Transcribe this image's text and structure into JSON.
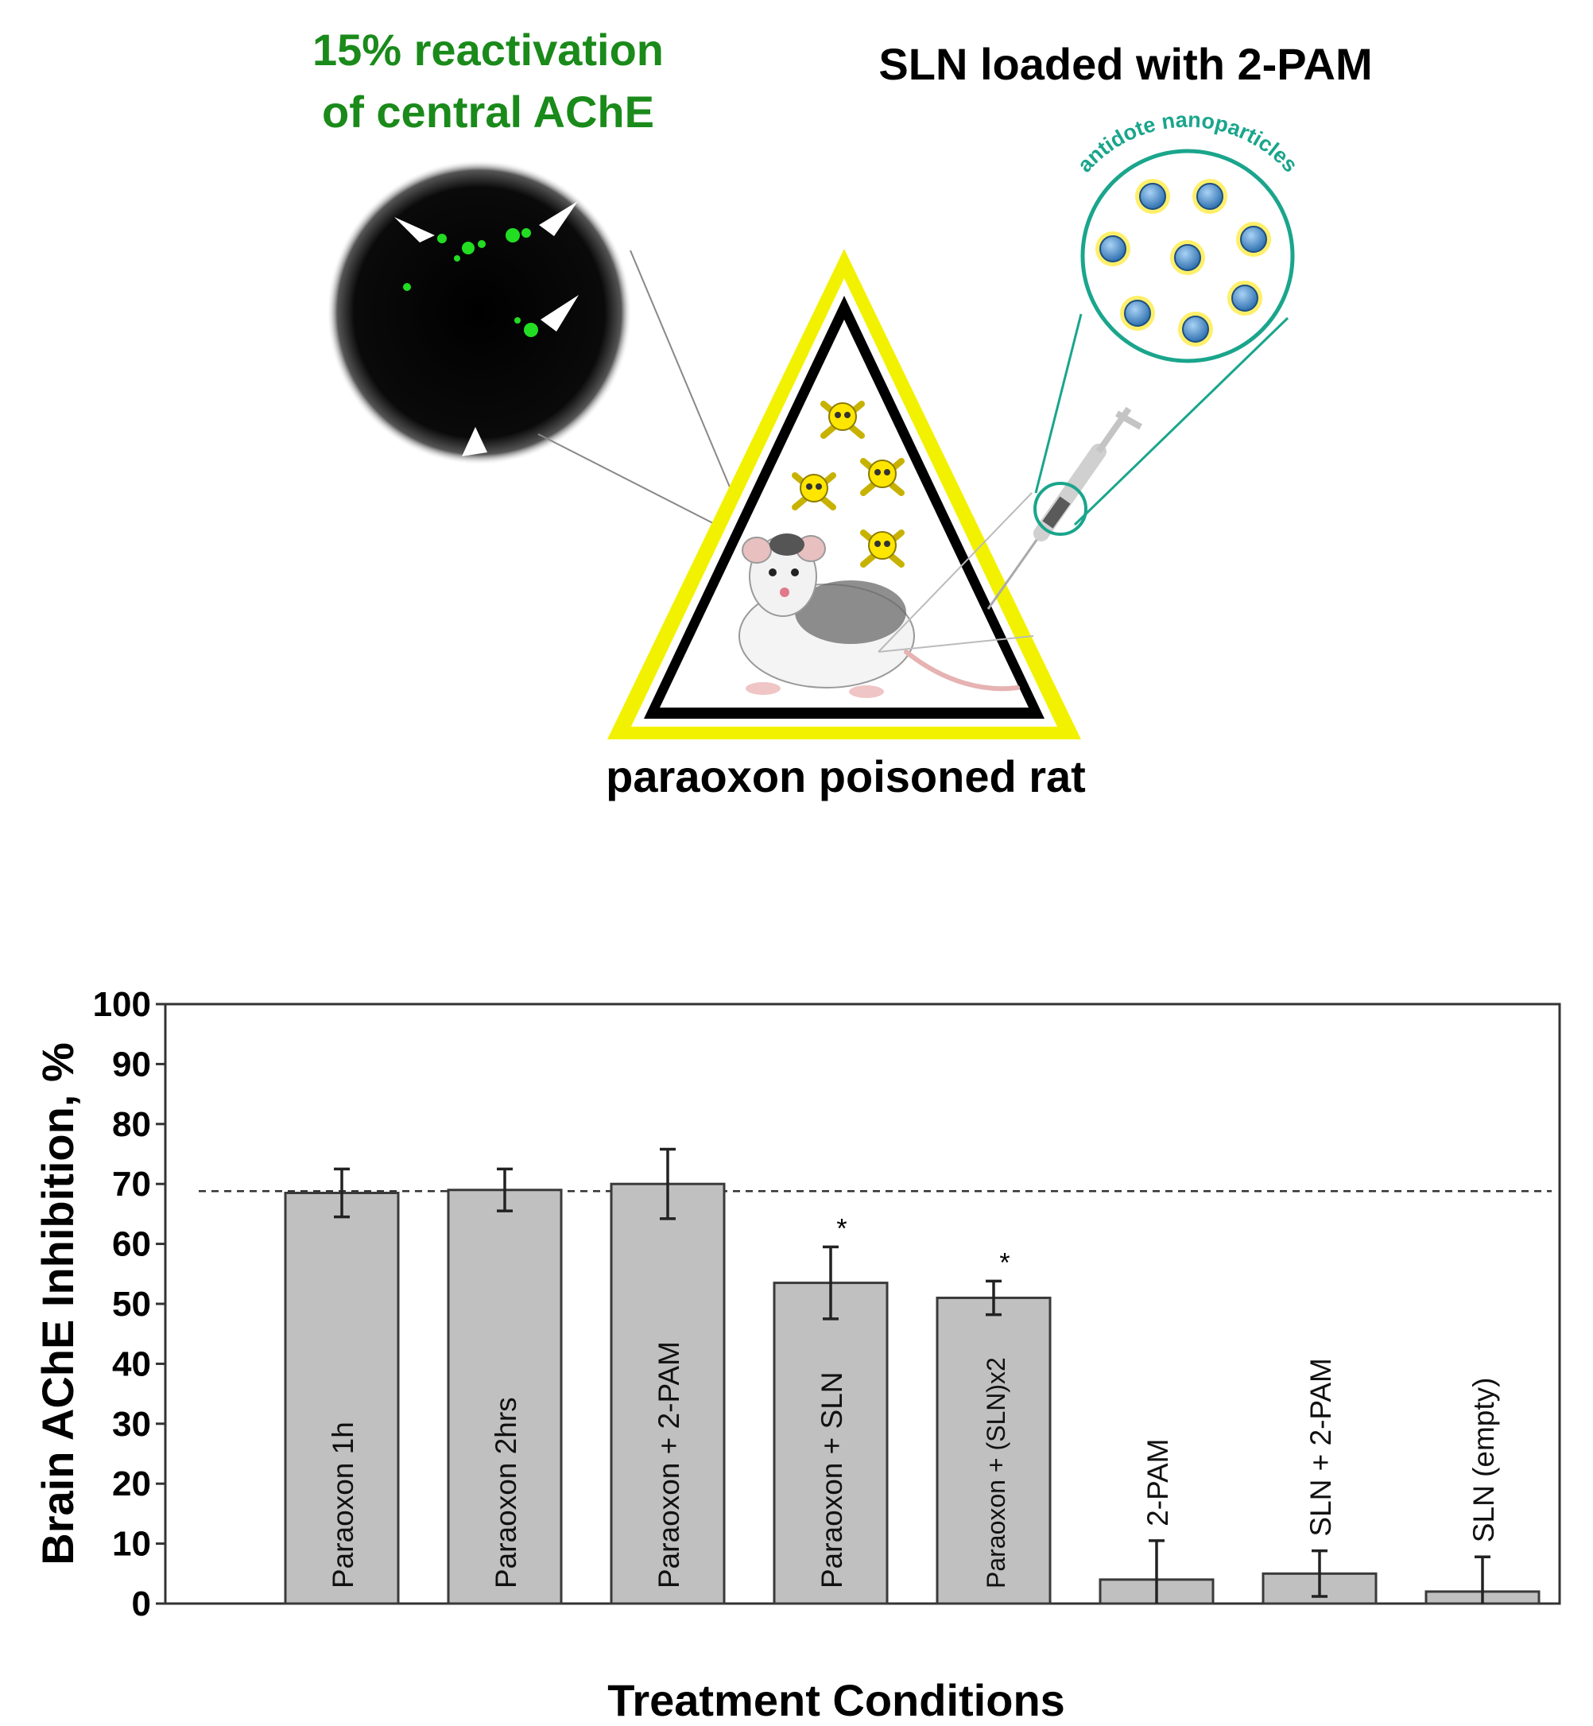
{
  "graphical_abstract": {
    "left_heading_line1": "15% reactivation",
    "left_heading_line2": "of central AChE",
    "right_heading": "SLN loaded with 2-PAM",
    "nanoparticles_label": "antidote nanoparticles",
    "bottom_label": "paraoxon poisoned rat",
    "colors": {
      "green_heading": "#1a8a1a",
      "warning_yellow": "#f2f200",
      "teal": "#1aa58c",
      "fluorescence": "#22dd22",
      "particle_blue": "#4a8fd0"
    }
  },
  "chart_data": {
    "type": "bar",
    "categories": [
      "Paraoxon 1h",
      "Paraoxon 2hrs",
      "Paraoxon + 2-PAM",
      "Paraoxon + SLN",
      "Paraoxon + (SLN)x2",
      "2-PAM",
      "SLN + 2-PAM",
      "SLN (empty)"
    ],
    "values": [
      68.5,
      69,
      70,
      53.5,
      51,
      4,
      5,
      2
    ],
    "error": [
      4,
      3.5,
      5.8,
      6,
      2.8,
      6.5,
      3.8,
      5.8
    ],
    "significance": [
      "",
      "",
      "",
      "*",
      "*",
      "",
      "",
      ""
    ],
    "reference_line": 68.8,
    "ylabel": "Brain AChE Inhibition, %",
    "xlabel": "Treatment Conditions",
    "ylim": [
      0,
      100
    ],
    "yticks": [
      0,
      10,
      20,
      30,
      40,
      50,
      60,
      70,
      80,
      90,
      100
    ],
    "bar_color": "#c0c0c0",
    "grid": false
  }
}
